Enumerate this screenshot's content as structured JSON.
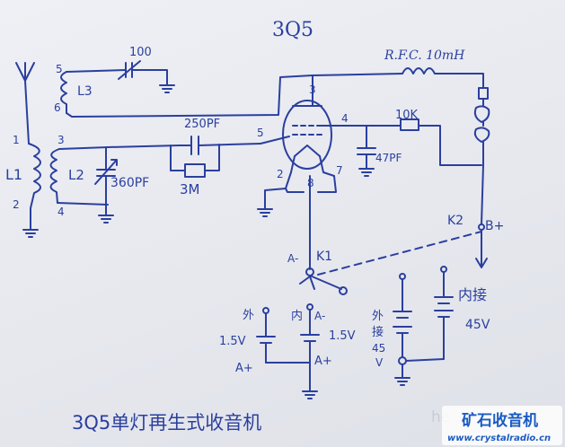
{
  "title": "3Q5",
  "caption": "3Q5单灯再生式收音机",
  "components": {
    "c_tune_l3": "100",
    "rfc": "R.F.C. 10mH",
    "c_grid": "250PF",
    "r_grid": "3M",
    "r_screen": "10K",
    "c_screen": "47PF",
    "c_tune_main": "360PF",
    "l1": "L1",
    "l2": "L2",
    "l3": "L3"
  },
  "pins": {
    "l3_top": "5",
    "l3_bot": "6",
    "l1_top": "1",
    "l1_bot": "2",
    "l2_top": "3",
    "l2_bot": "4",
    "tube_plate": "3",
    "tube_grid": "5",
    "tube_screen": "4",
    "tube_fil_l": "2",
    "tube_fil_r": "7",
    "tube_fil_c": "8"
  },
  "switches": {
    "k1": "K1",
    "k2": "K2",
    "a_minus": "A-",
    "b_plus": "B+"
  },
  "batteries": {
    "ext_a_label": "外",
    "int_a_label": "内",
    "ext_a_volt": "1.5V",
    "int_a_volt": "1.5V",
    "int_a_minus": "A-",
    "a_plus_1": "A+",
    "a_plus_2": "A+",
    "ext_b_label_1": "外",
    "ext_b_label_2": "接",
    "ext_b_volt": "45",
    "ext_b_unit": "V",
    "int_b_label": "内接",
    "int_b_volt": "45V"
  },
  "watermark": {
    "site_cn": "矿石收音机",
    "site_url": "www.crystalradio.cn",
    "faint_text": "he"
  }
}
